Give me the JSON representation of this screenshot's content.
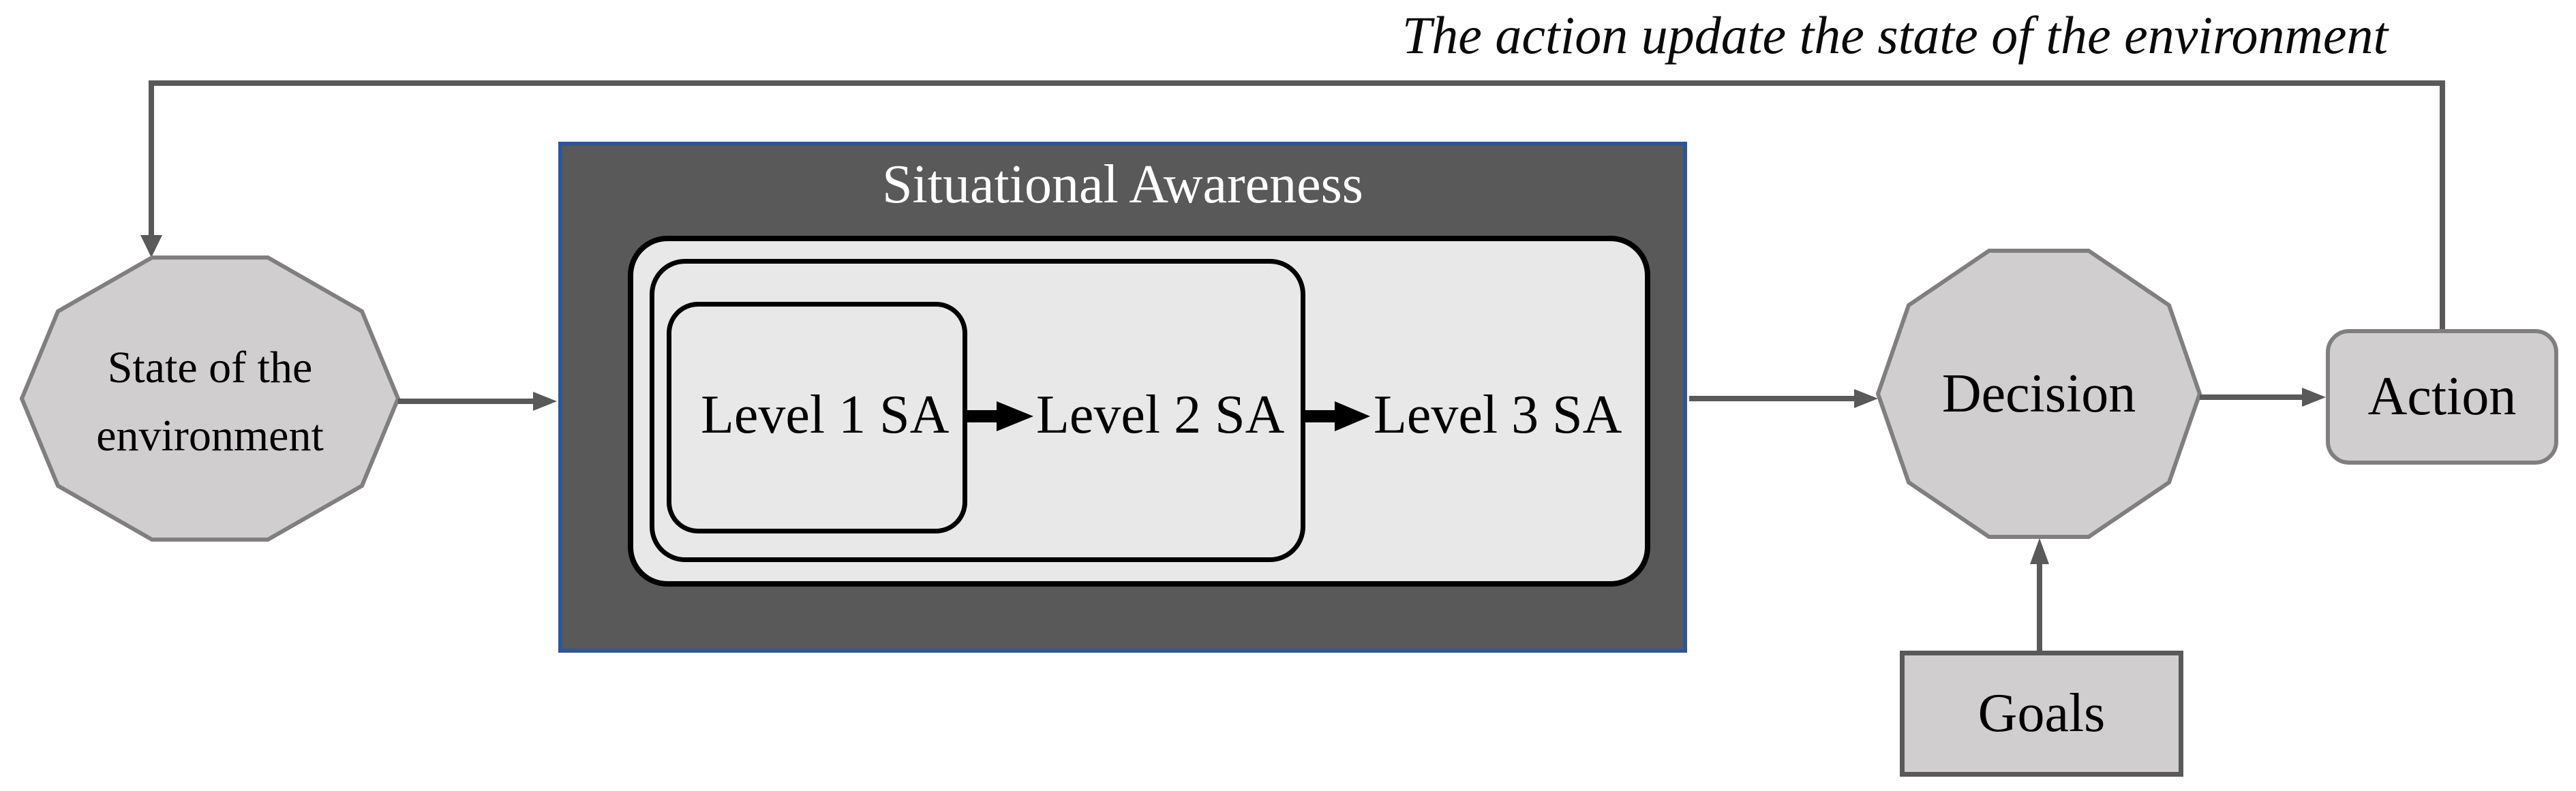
{
  "annotation": "The action update the state of the environment",
  "nodes": {
    "state": {
      "line1": "State of the",
      "line2": "environment"
    },
    "sa": {
      "title": "Situational Awareness",
      "levels": [
        {
          "label": "Level 1 SA"
        },
        {
          "label": "Level 2 SA"
        },
        {
          "label": "Level 3 SA"
        }
      ]
    },
    "decision": {
      "label": "Decision"
    },
    "action": {
      "label": "Action"
    },
    "goals": {
      "label": "Goals"
    }
  },
  "colors": {
    "sa_fill": "#595959",
    "sa_border": "#2F5597",
    "node_fill": "#D0CECE",
    "node_stroke": "#7F7F7F",
    "goals_stroke": "#595959",
    "level_fill": "#E9E8E8",
    "level_stroke": "#000000",
    "connector": "#595959",
    "title_text": "#FFFFFF",
    "label_text": "#000000"
  }
}
